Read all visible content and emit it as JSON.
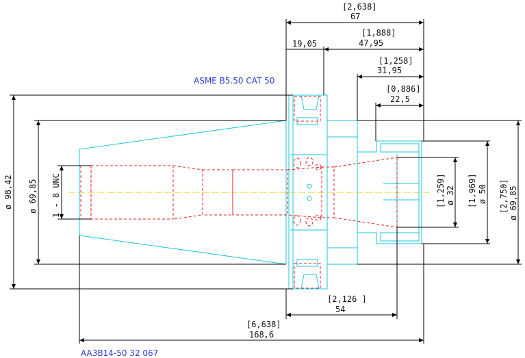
{
  "labels": {
    "standard": "ASME B5.50 CAT 50",
    "part_number": "AA3B14-50 32 067"
  },
  "dimensions": {
    "overall_len_in": "[6,638]",
    "overall_len_mm": "168,6",
    "len67_in": "[2,638]",
    "len67_mm": "67",
    "len4795_in": "[1,888]",
    "len4795_mm": "47,95",
    "flange": "19,05",
    "len3195_in": "[1,258]",
    "len3195_mm": "31,95",
    "len225_in": "[0,886]",
    "len225_mm": "22,5",
    "len54_in": "[2,126 ]",
    "len54_mm": "54",
    "dia9842": "ø 98,42",
    "dia6985_left": "ø 69,85",
    "thread": "1 - 8 UNC",
    "dia32_in": "[1,259]",
    "dia32_mm": "ø 32",
    "dia50_in": "[1,969]",
    "dia50_mm": "ø 50",
    "dia6985_in": "[2,750]",
    "dia6985_mm": "ø 69,85"
  },
  "colors": {
    "dimension": "#000000",
    "outline": "#19c6dd",
    "hidden": "#e02020",
    "centerline": "#e8d020",
    "label": "#2b3bd6"
  }
}
